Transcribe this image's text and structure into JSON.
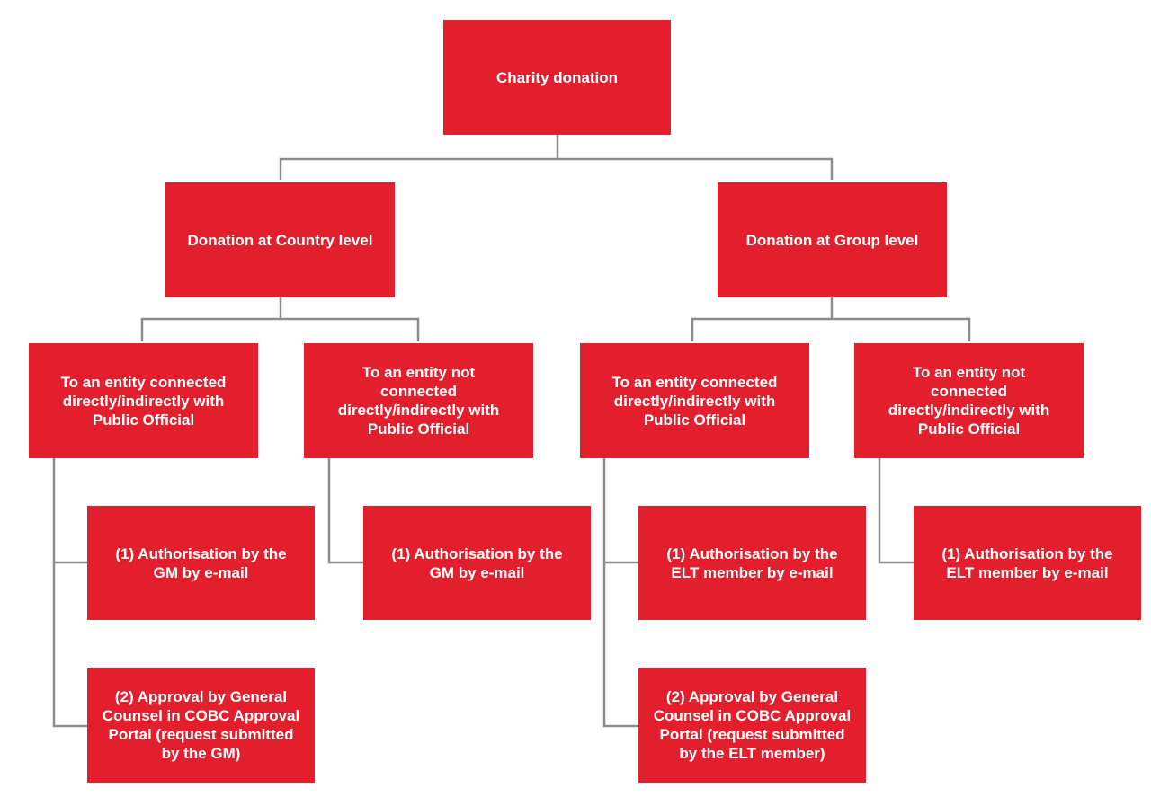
{
  "diagram": {
    "root": "Charity donation",
    "country_level": {
      "label": "Donation at Country level",
      "connected": {
        "label": "To an entity connected\ndirectly/indirectly with\nPublic Official",
        "step1": "(1) Authorisation by the\nGM by e-mail",
        "step2": "(2) Approval by General\nCounsel in COBC Approval\nPortal (request submitted\nby the GM)"
      },
      "not_connected": {
        "label": "To an entity not\nconnected\ndirectly/indirectly with\nPublic Official",
        "step1": "(1) Authorisation by the\nGM by e-mail"
      }
    },
    "group_level": {
      "label": "Donation at Group level",
      "connected": {
        "label": "To an entity connected\ndirectly/indirectly with\nPublic Official",
        "step1": "(1) Authorisation by the\nELT member by e-mail",
        "step2": "(2) Approval by General\nCounsel in COBC Approval\nPortal (request submitted\nby the ELT member)"
      },
      "not_connected": {
        "label": "To an entity not\nconnected\ndirectly/indirectly with\nPublic Official",
        "step1": "(1) Authorisation by the\nELT member by e-mail"
      }
    },
    "colors": {
      "box_fill": "#e31f2d",
      "box_text": "#ffffff",
      "connector": "#8c8c8c"
    }
  }
}
